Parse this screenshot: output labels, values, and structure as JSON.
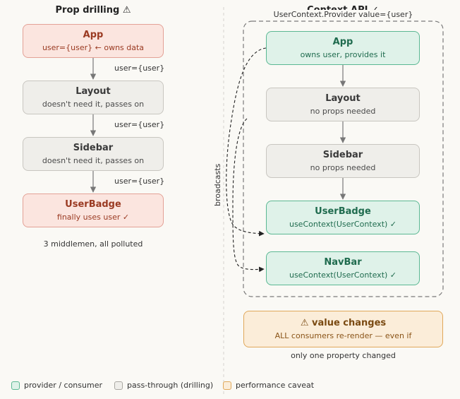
{
  "prop": {
    "title": "Prop drilling ⚠",
    "app": {
      "title": "App",
      "sub": "user={user} ← owns data"
    },
    "layout": {
      "title": "Layout",
      "sub": "doesn't need it, passes on"
    },
    "sidebar": {
      "title": "Sidebar",
      "sub": "doesn't need it, passes on"
    },
    "badge": {
      "title": "UserBadge",
      "sub": "finally uses user ✓"
    },
    "edge_label_1": "user={user}",
    "edge_label_2": "user={user}",
    "edge_label_3": "user={user}",
    "caption": "3 middlemen, all polluted"
  },
  "context": {
    "title": "Context API ✓",
    "provider_label": "UserContext.Provider value={user}",
    "app": {
      "title": "App",
      "sub": "owns user, provides it"
    },
    "layout": {
      "title": "Layout",
      "sub": "no props needed"
    },
    "sidebar": {
      "title": "Sidebar",
      "sub": "no props needed"
    },
    "badge": {
      "title": "UserBadge",
      "sub": "useContext(UserContext) ✓"
    },
    "navbar": {
      "title": "NavBar",
      "sub": "useContext(UserContext) ✓"
    },
    "broadcast_label": "broadcasts",
    "warning": {
      "title": "⚠ value changes",
      "sub": "ALL consumers re-render — even if"
    },
    "warning_caption": "only one property changed"
  },
  "legend": {
    "provider": "provider / consumer",
    "passthrough": "pass-through (drilling)",
    "caveat": "performance caveat"
  },
  "colors": {
    "green": "#5bb893",
    "gray": "#c8c6c0",
    "orange": "#e0a85a",
    "red": "#e3a196"
  }
}
